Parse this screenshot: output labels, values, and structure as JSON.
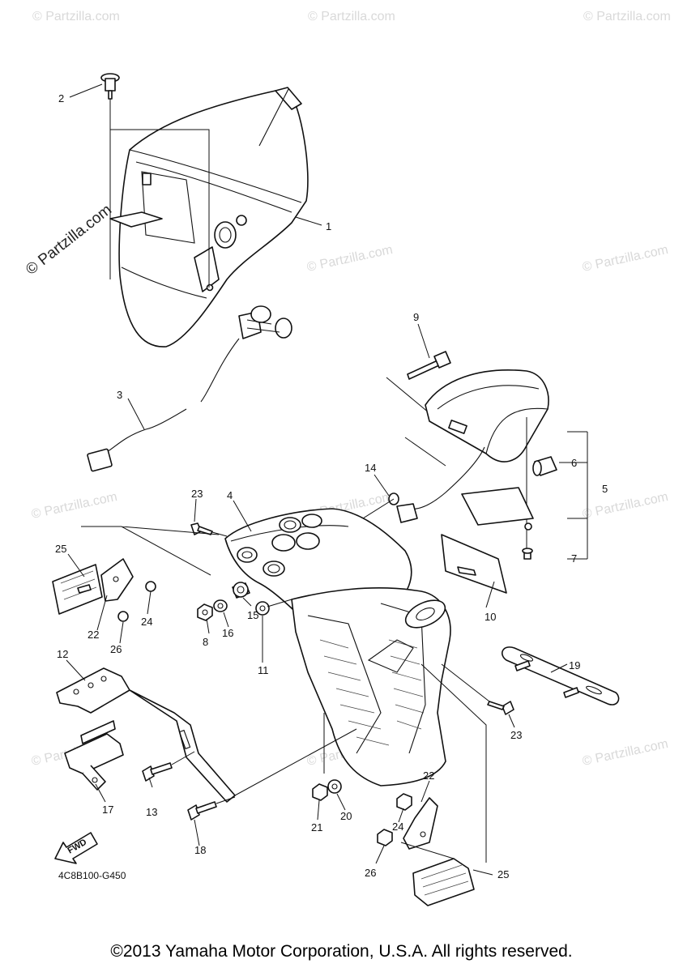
{
  "watermark": "© Partzilla.com",
  "diagram_code": "4C8B100-G450",
  "fwd_label": "FWD",
  "copyright": "©2013 Yamaha Motor Corporation, U.S.A. All rights reserved.",
  "callouts": [
    "1",
    "2",
    "3",
    "4",
    "5",
    "6",
    "7",
    "8",
    "9",
    "10",
    "11",
    "12",
    "13",
    "14",
    "15",
    "16",
    "17",
    "18",
    "19",
    "20",
    "21",
    "22",
    "22",
    "23",
    "23",
    "24",
    "24",
    "25",
    "25",
    "26",
    "26"
  ]
}
